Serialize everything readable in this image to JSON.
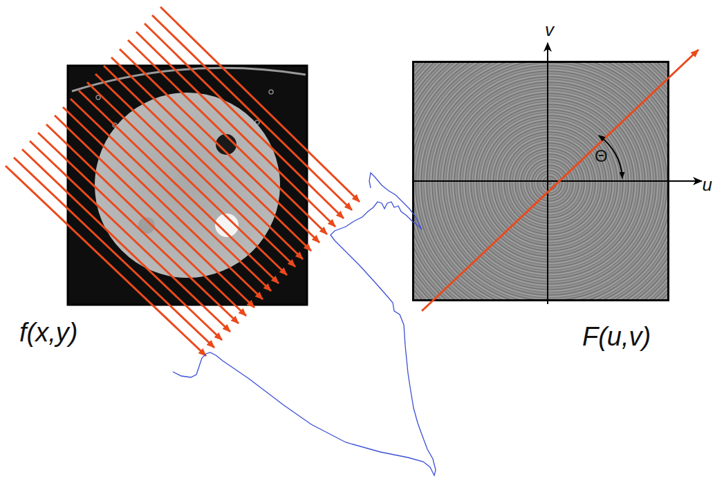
{
  "diagram": {
    "labels": [
      "f(x,y)",
      "F(u,v)",
      "v",
      "u",
      "Θ"
    ]
  }
}
